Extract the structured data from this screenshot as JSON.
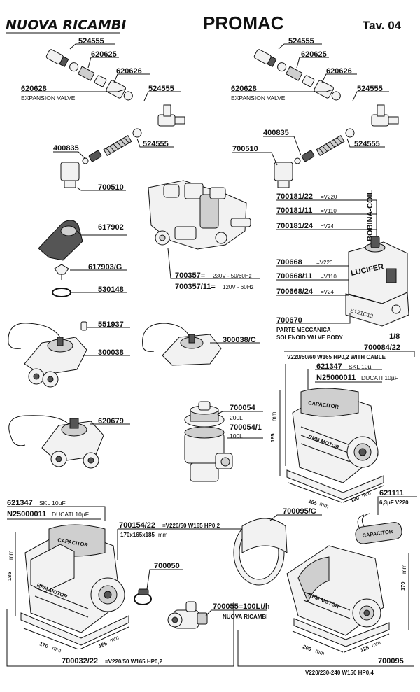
{
  "header": {
    "brand": "NUOVA RICAMBI",
    "title": "PROMAC",
    "table": "Tav. 04"
  },
  "expansion_left": {
    "c1": "524555",
    "c2": "620625",
    "c3": "620626",
    "c4": "620628",
    "c4_label": "EXPANSION VALVE",
    "c5": "524555",
    "c6": "524555",
    "c7": "400835",
    "c8": "700510"
  },
  "expansion_right": {
    "c1": "524555",
    "c2": "620625",
    "c3": "620626",
    "c4": "620628",
    "c4_label": "EXPANSION VALVE",
    "c5": "524555",
    "c6": "400835",
    "c7": "700510",
    "c8": "524555"
  },
  "coil": {
    "vertical_label": "BOBINA-COIL",
    "r1_code": "700181/22",
    "r1_volt": "=V220",
    "r2_code": "700181/11",
    "r2_volt": "=V110",
    "r3_code": "700181/24",
    "r3_volt": "=V24",
    "r4_code": "700668",
    "r4_volt": "=V220",
    "r5_code": "700668/11",
    "r5_volt": "=V110",
    "r6_code": "700668/24",
    "r6_volt": "=V24",
    "brand_mark": "LUCIFER",
    "body_mark": "E121C13",
    "mech_code": "700670",
    "mech_l1": "PARTE MECCANICA",
    "mech_l2": "SOLENOID VALVE BODY",
    "thread": "1/8"
  },
  "misc": {
    "c617902": "617902",
    "c617903": "617903/G",
    "c530148": "530148",
    "valve_code1": "700357=",
    "valve_spec1": "230V - 50/60Hz",
    "valve_code2": "700357/11=",
    "valve_spec2": "120V - 60Hz",
    "c551937": "551937",
    "c300038": "300038",
    "c300038c": "300038/C",
    "c620679": "620679",
    "c700054": "700054",
    "c700054_sub": "200L",
    "c700054_1": "700054/1",
    "c700054_1_sub": "100L"
  },
  "pump_right": {
    "code": "700084/22",
    "spec": "V220/50/60 W165 HP0,2 WITH CABLE",
    "cap1_code": "621347",
    "cap1_desc": "SKL 10µF",
    "cap2_code": "N25000011",
    "cap2_desc": "DUCATI 10µF",
    "cap_mark": "CAPACITOR",
    "motor_mark": "RPM MOTOR",
    "dim_h": "185",
    "dim_w": "165",
    "dim_d": "130",
    "unit": "mm"
  },
  "pump_left": {
    "cap1_code": "621347",
    "cap1_desc": "SKL 10µF",
    "cap2_code": "N25000011",
    "cap2_desc": "DUCATI 10µF",
    "code": "700154/22",
    "spec": "=V220/50 W165 HP0,2",
    "size": "170x165x185",
    "size_unit": "mm",
    "cap_mark": "CAPACITOR",
    "motor_mark": "RPM MOTOR",
    "dim_h": "185",
    "dim_w": "170",
    "dim_d": "165",
    "unit": "mm",
    "bottom_code": "700032/22",
    "bottom_spec": "=V220/50 W165 HP0,2"
  },
  "bottom_middle": {
    "clamp": "700050",
    "flow_code": "700055=100Lt/h",
    "flow_brand": "NUOVA RICAMBI"
  },
  "pump_bottom_right": {
    "ring": "700095/C",
    "cap_code": "621111",
    "cap_desc": "6,3µF V220",
    "cap_mark": "CAPACITOR",
    "motor_mark": "RPM MOTOR",
    "dim_h": "170",
    "dim_w": "200",
    "dim_d": "125",
    "unit": "mm",
    "code": "700095",
    "spec": "V220/230-240 W150 HP0,4"
  }
}
